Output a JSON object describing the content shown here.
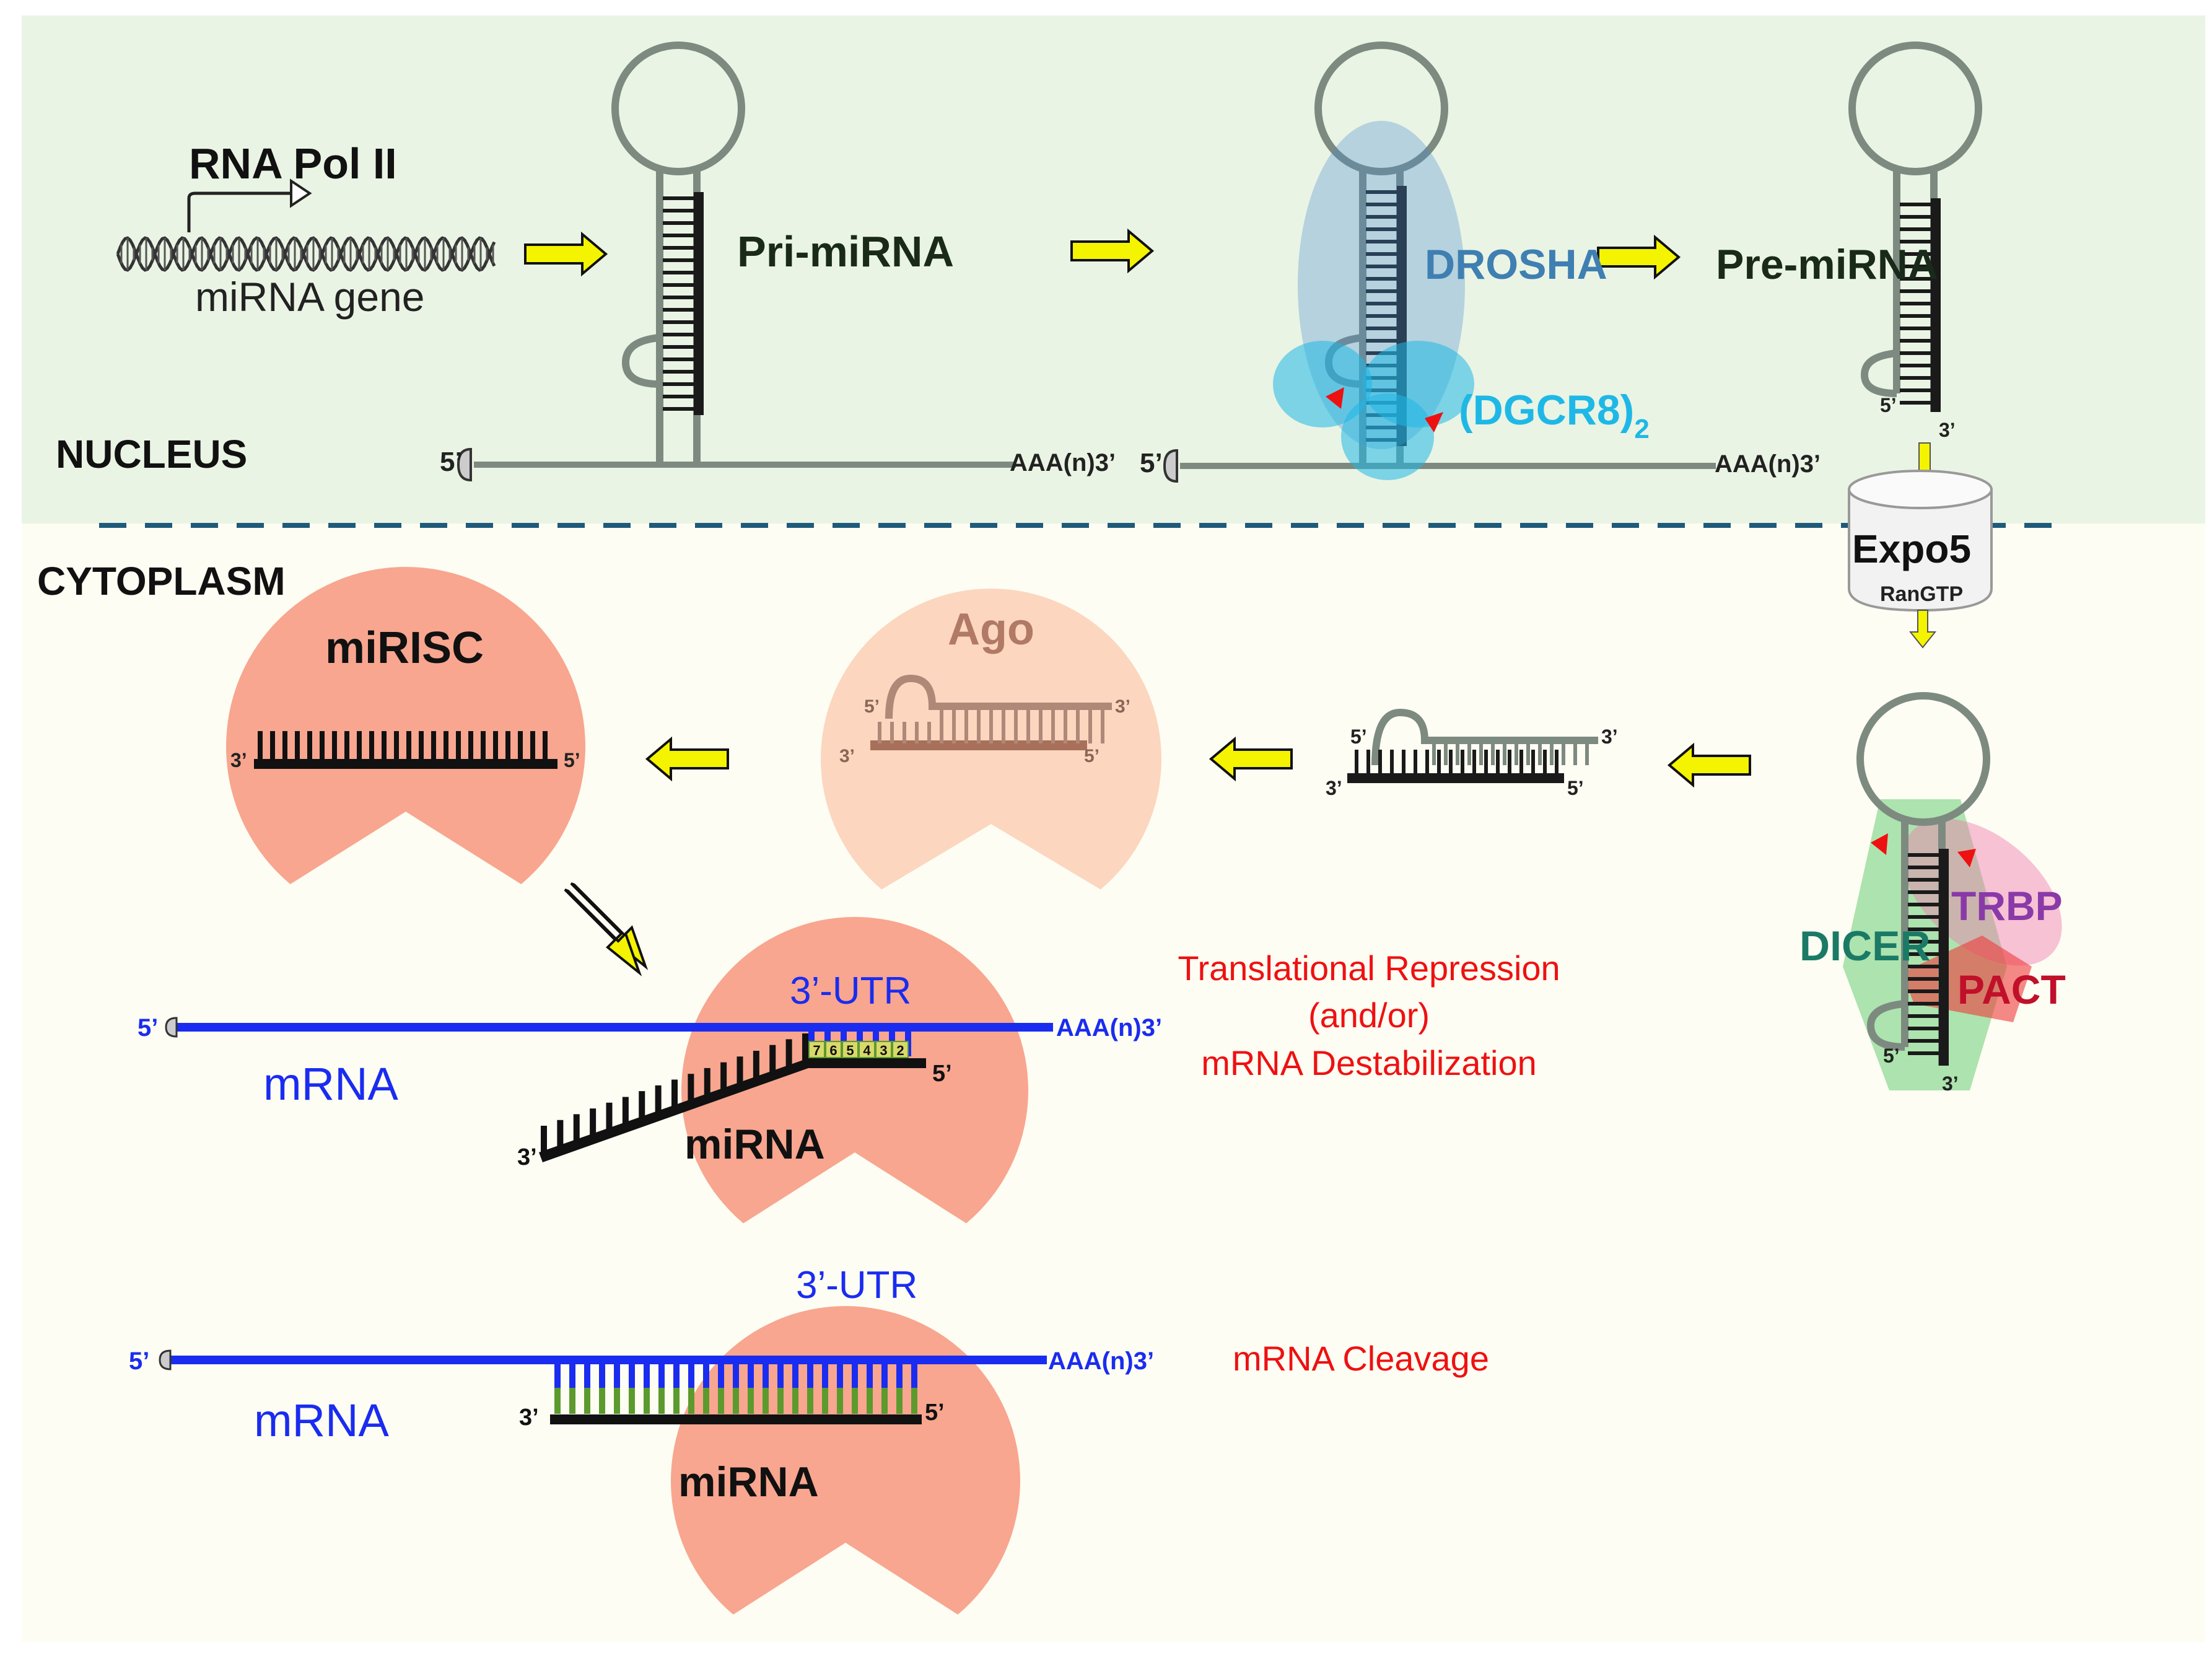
{
  "regions": {
    "nucleus": "NUCLEUS",
    "cytoplasm": "CYTOPLASM"
  },
  "transcription": {
    "polymerase": "RNA Pol II",
    "gene": "miRNA gene"
  },
  "pri_mirna": {
    "label": "Pri-miRNA",
    "five_prime": "5’",
    "three_prime_tail": "AAA(n)3’"
  },
  "microprocessor": {
    "drosha": "DROSHA",
    "dgcr8": "(DGCR8)",
    "dgcr8_subscript": "2",
    "five_prime": "5’",
    "three_prime_tail": "AAA(n)3’"
  },
  "pre_mirna": {
    "label": "Pre-miRNA",
    "five_prime": "5’",
    "three_prime": "3’"
  },
  "export": {
    "exportin": "Expo5",
    "cofactor": "RanGTP"
  },
  "dicer_complex": {
    "dicer": "DICER",
    "trbp": "TRBP",
    "pact": "PACT",
    "five_prime": "5’",
    "three_prime": "3’"
  },
  "duplex": {
    "five_prime_top": "5’",
    "three_prime_top": "3’",
    "three_prime_bottom": "3’",
    "five_prime_bottom": "5’"
  },
  "ago_loading": {
    "label": "Ago",
    "five_prime_top": "5’",
    "three_prime_top": "3’",
    "three_prime_bottom": "3’",
    "five_prime_bottom": "5’"
  },
  "mirisc": {
    "label": "miRISC",
    "three_prime": "3’",
    "five_prime": "5’"
  },
  "partial_pairing": {
    "utr": "3’-UTR",
    "mrna": "mRNA",
    "mrna_five_prime": "5’",
    "mrna_three_prime_tail": "AAA(n)3’",
    "mirna": "miRNA",
    "mirna_three_prime": "3’",
    "mirna_five_prime": "5’",
    "seed_positions": [
      "7",
      "6",
      "5",
      "4",
      "3",
      "2"
    ],
    "outcome_line1": "Translational Repression",
    "outcome_line2": "(and/or)",
    "outcome_line3": "mRNA Destabilization"
  },
  "full_pairing": {
    "utr": "3’-UTR",
    "mrna": "mRNA",
    "mrna_five_prime": "5’",
    "mrna_three_prime_tail": "AAA(n)3’",
    "mirna": "miRNA",
    "mirna_three_prime": "3’",
    "mirna_five_prime": "5’",
    "outcome": "mRNA Cleavage"
  },
  "colors": {
    "nucleus_bg": "#eaf4e4",
    "cytoplasm_bg": "#fdfdf3",
    "divider": "#1f5a7a",
    "arrow_fill": "#f4f400",
    "rna_gray": "#7d8a80",
    "mirna_black": "#111111",
    "drosha": "#4a8fd0",
    "dgcr8": "#1fb8e6",
    "dicer": "#4cc35a",
    "trbp": "#ef7bb0",
    "pact": "#ef3b3b",
    "ago_light": "#fcd6bf",
    "ago_strong": "#f8a68f",
    "mrna_blue": "#1a2cf0",
    "outcome_red": "#ee1111",
    "seed_green": "#5c9a2e"
  }
}
